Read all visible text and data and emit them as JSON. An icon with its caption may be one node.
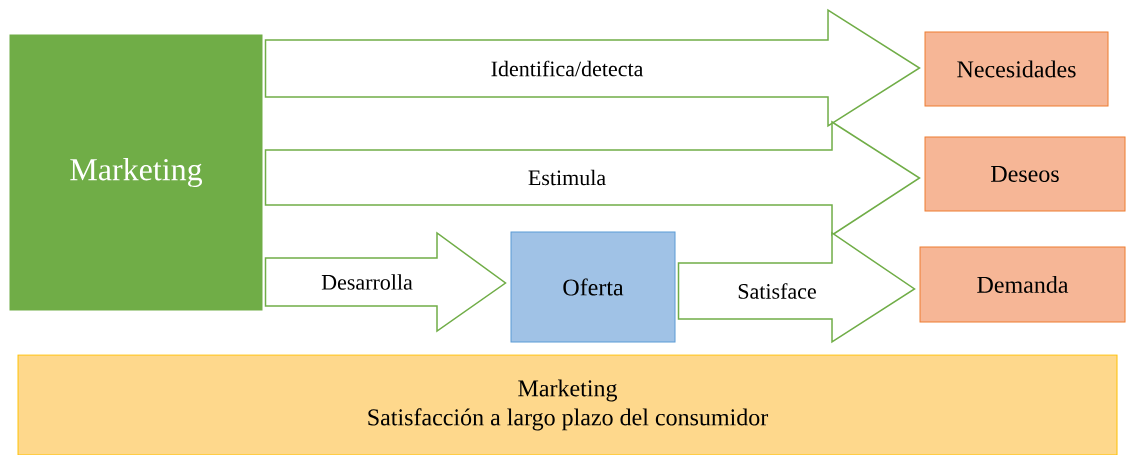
{
  "diagram": {
    "nodes": [
      {
        "text": [
          "Marketing"
        ]
      },
      {
        "text": [
          "Necesidades"
        ]
      },
      {
        "text": [
          "Deseos"
        ]
      },
      {
        "text": [
          "Oferta"
        ]
      },
      {
        "text": [
          "Demanda"
        ]
      },
      {
        "text": [
          "Marketing",
          "Satisfacción a largo plazo del consumidor"
        ]
      }
    ],
    "edges": [
      {
        "from": 0,
        "to": 1,
        "arrow": "to",
        "label": "Identifica/detecta"
      },
      {
        "from": 0,
        "to": 2,
        "arrow": "to",
        "label": "Estimula"
      },
      {
        "from": 0,
        "to": 3,
        "arrow": "to",
        "label": "Desarrolla"
      },
      {
        "from": 3,
        "to": 4,
        "arrow": "to",
        "label": "Satisface"
      }
    ]
  }
}
